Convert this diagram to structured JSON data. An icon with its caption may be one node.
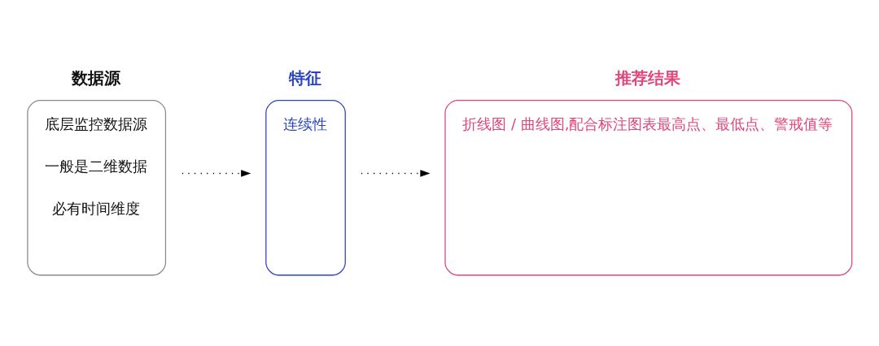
{
  "diagram": {
    "nodes": [
      {
        "text": [
          "数据源",
          "底层监控数据源",
          "一般是二维数据",
          "必有时间维度"
        ]
      },
      {
        "text": [
          "特征",
          "连续性"
        ]
      },
      {
        "text": [
          "推荐结果",
          "折线图 / 曲线图,配合标注图表最高点、最低点、警戒值等"
        ]
      }
    ],
    "edges": [
      {
        "from": 0,
        "to": 1,
        "arrow": "to",
        "style": "dashed"
      },
      {
        "from": 1,
        "to": 2,
        "arrow": "to",
        "style": "dashed"
      }
    ]
  }
}
